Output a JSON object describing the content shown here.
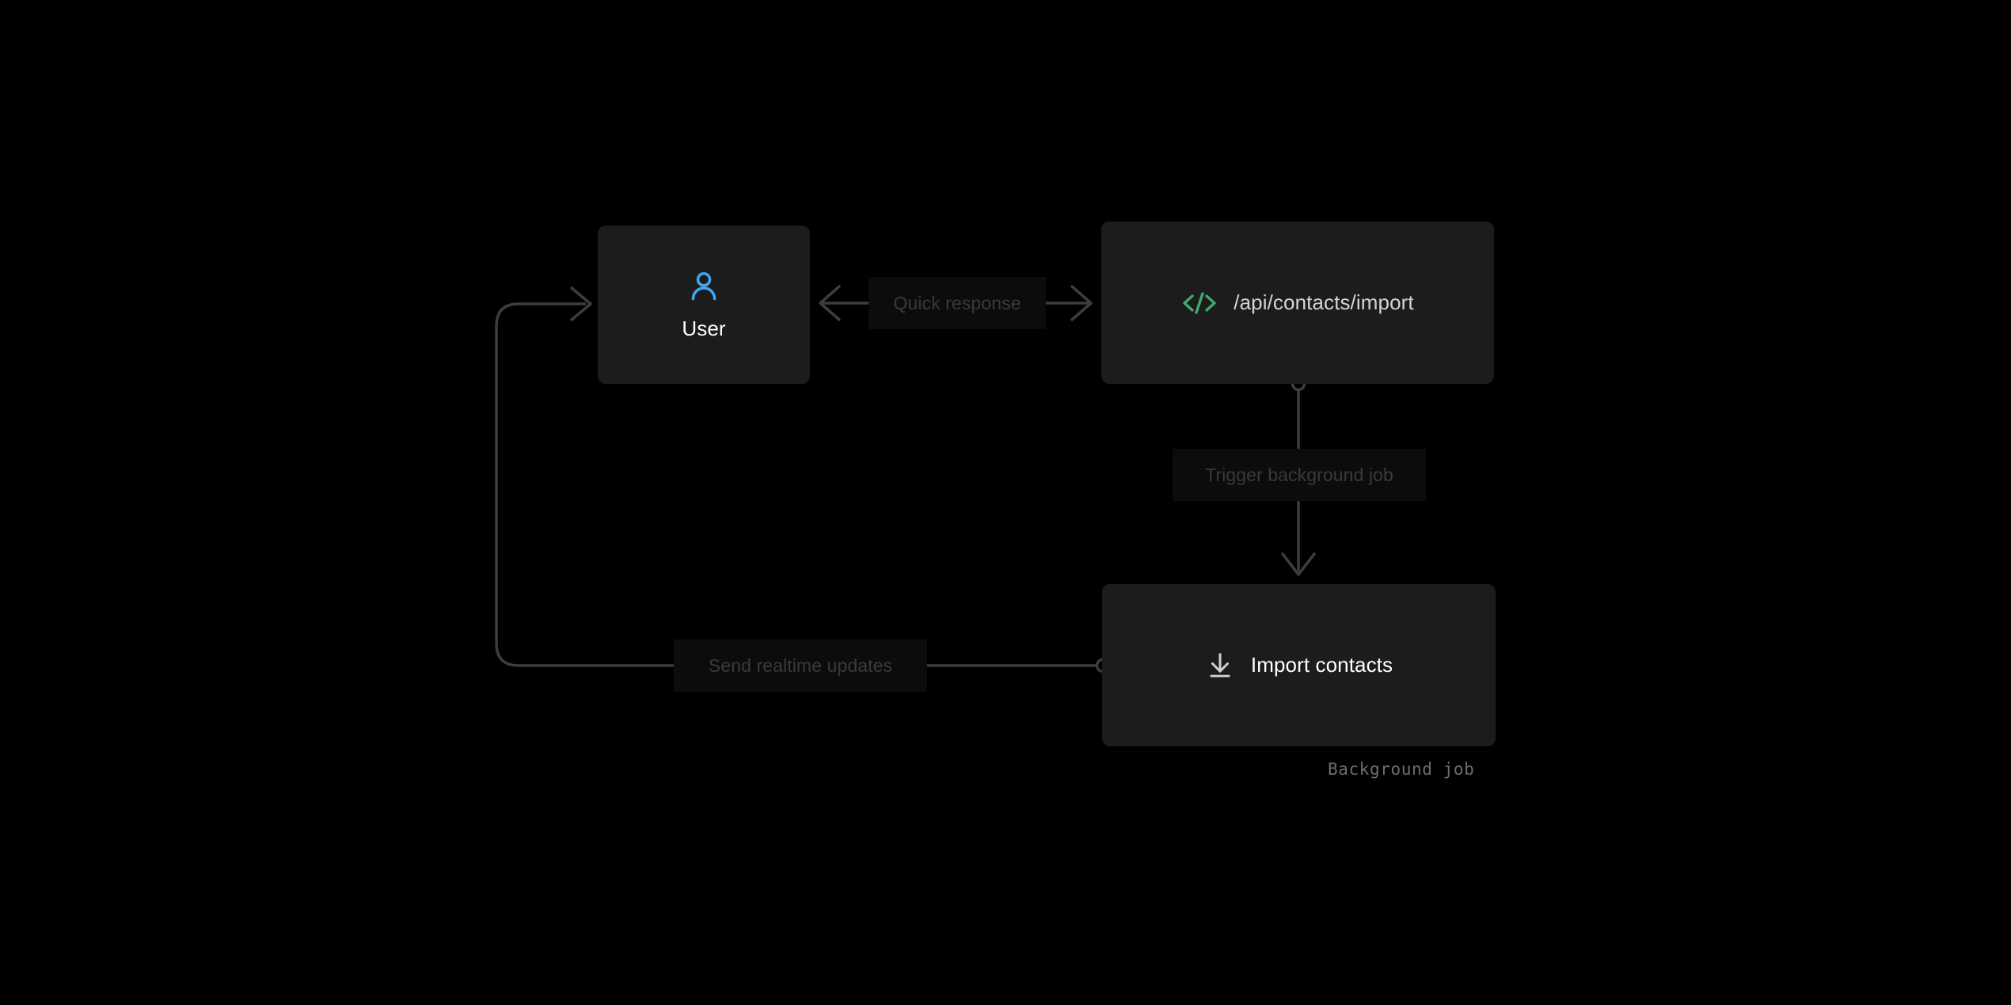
{
  "diagram": {
    "background_color": "#000000",
    "node_fill": "#1c1c1c",
    "edge_color": "#3d3d3d",
    "accent_user": "#3fa9f5",
    "accent_api": "#3fab6d",
    "nodes": [
      {
        "id": "user",
        "label": "User",
        "icon": "user-icon",
        "icon_color": "#3fa9f5",
        "label_color": "#ffffff"
      },
      {
        "id": "api",
        "label": "/api/contacts/import",
        "icon": "code-brackets-icon",
        "icon_color": "#3fab6d",
        "label_color": "#d4d4d4"
      },
      {
        "id": "job",
        "label": "Import contacts",
        "icon": "download-icon",
        "icon_color": "#cfcfcf",
        "label_color": "#ffffff",
        "caption": "Background job"
      }
    ],
    "edges": [
      {
        "id": "user-api",
        "label": "Quick response",
        "from": "user",
        "to": "api",
        "direction": "bidirectional"
      },
      {
        "id": "api-job",
        "label": "Trigger background job",
        "from": "api",
        "to": "job",
        "direction": "down"
      },
      {
        "id": "job-user",
        "label": "Send realtime updates",
        "from": "job",
        "to": "user",
        "direction": "left-loop"
      }
    ]
  }
}
